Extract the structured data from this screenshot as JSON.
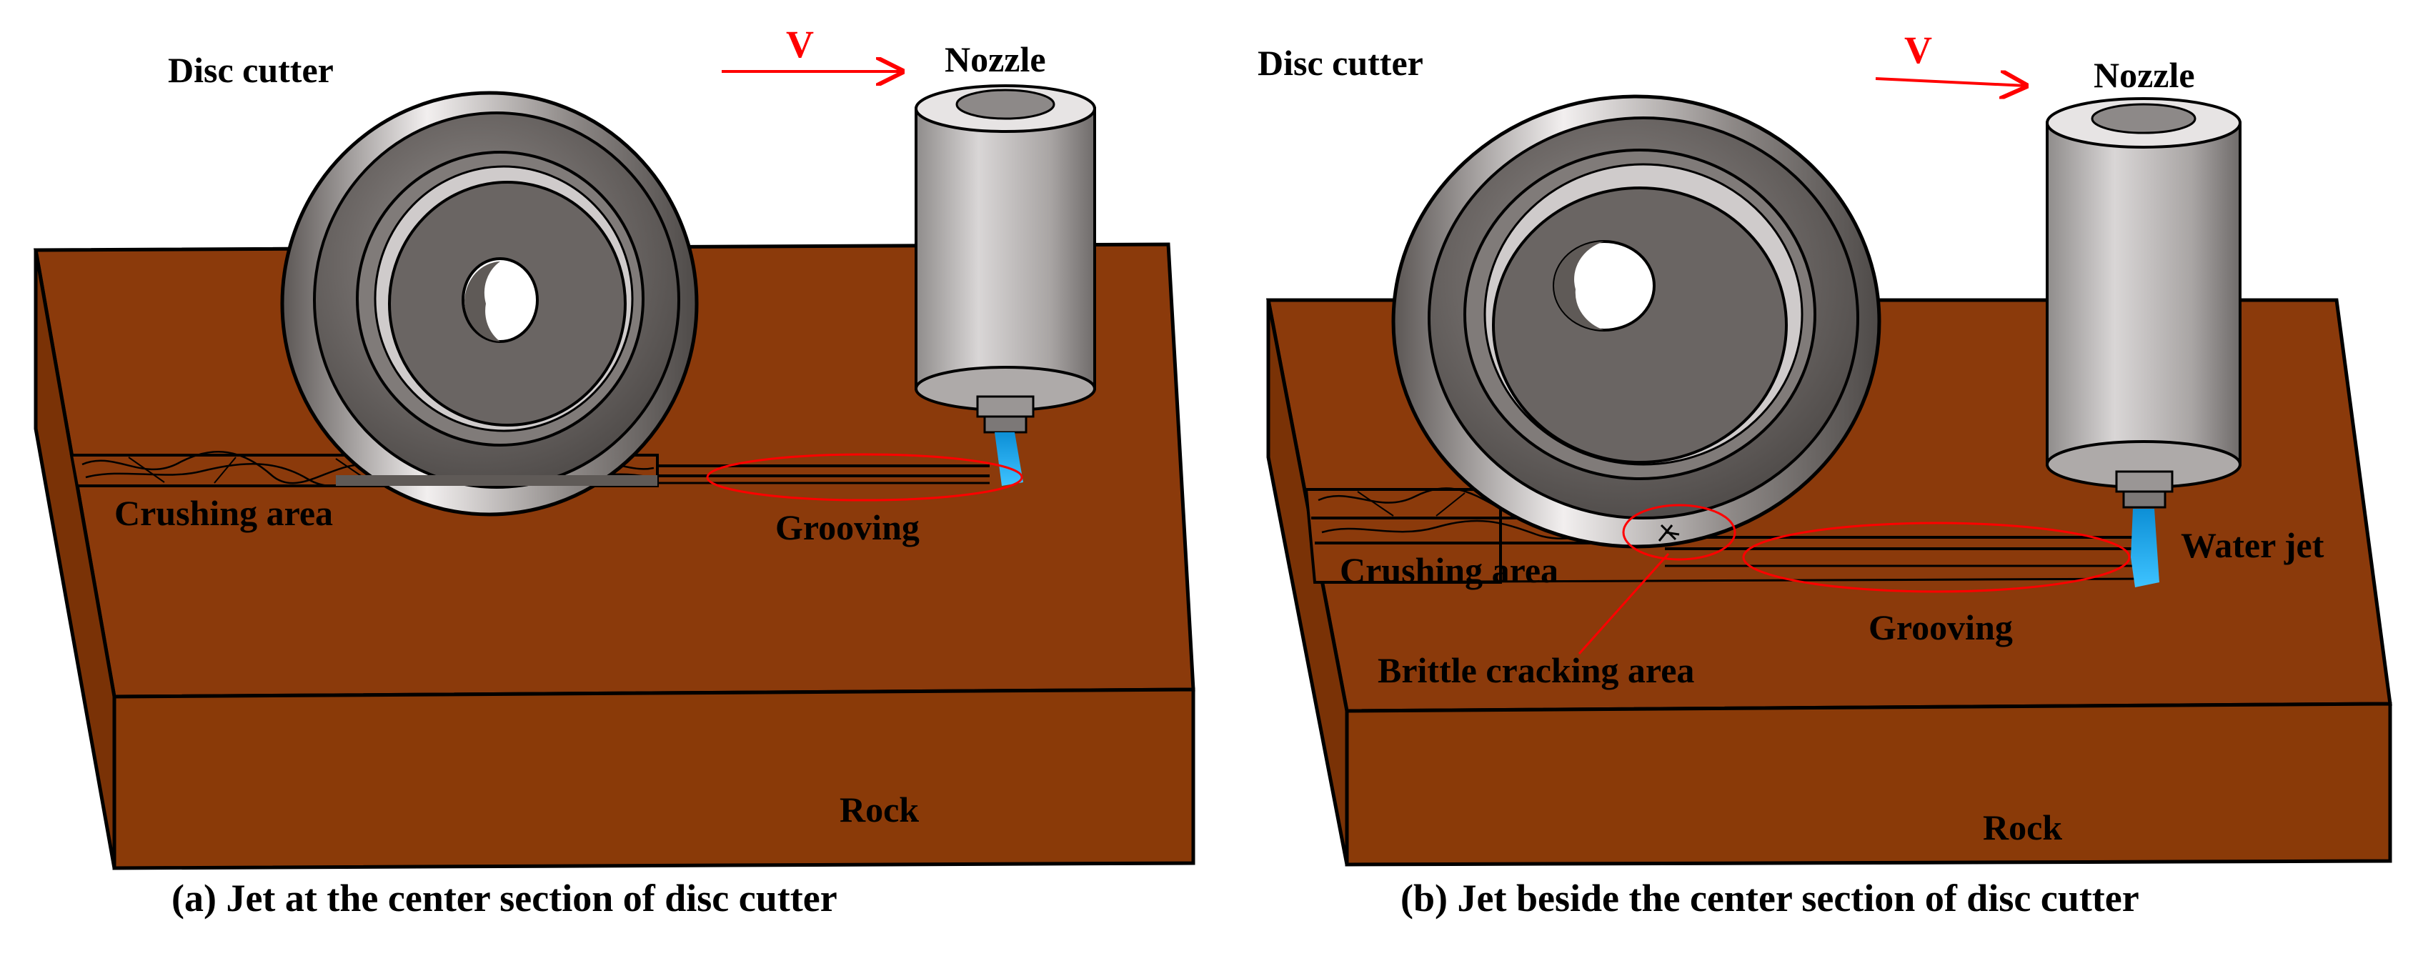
{
  "panel_a": {
    "disc_cutter_label": "Disc cutter",
    "velocity_label": "V",
    "nozzle_label": "Nozzle",
    "crushing_area_label": "Crushing area",
    "grooving_label": "Grooving",
    "rock_label": "Rock",
    "caption": "(a) Jet at the center section of disc cutter"
  },
  "panel_b": {
    "disc_cutter_label": "Disc cutter",
    "velocity_label": "V",
    "nozzle_label": "Nozzle",
    "water_jet_label": "Water jet",
    "crushing_area_label": "Crushing area",
    "brittle_cracking_label": "Brittle cracking area",
    "grooving_label": "Grooving",
    "rock_label": "Rock",
    "caption": "(b) Jet beside the center section of disc cutter"
  },
  "colors": {
    "rock_top": "#8b3a0b",
    "rock_front": "#8a3a08",
    "rock_side": "#7a3206",
    "cutter_dark": "#5f5a57",
    "cutter_mid": "#8a8583",
    "cutter_light": "#e2dede",
    "nozzle_body": "#b9b6b5",
    "water_jet": "#1ea7e8",
    "annotation_red": "#ff0000"
  }
}
